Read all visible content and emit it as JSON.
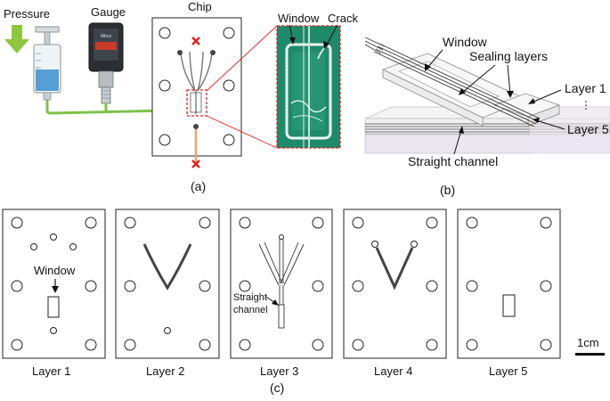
{
  "panel_a": {
    "pressure_label": "Pressure",
    "gauge_label": "Gauge",
    "chip_label": "Chip",
    "window_label": "Window",
    "crack_label": "Crack",
    "gauge_brand": "Mbox",
    "caption": "(a)"
  },
  "panel_b": {
    "window_label": "Window",
    "sealing_label": "Sealing layers",
    "layer1_label": "Layer 1",
    "layer5_label": "Layer 5",
    "channel_label": "Straight channel",
    "caption": "(b)"
  },
  "panel_c": {
    "layers": [
      "Layer 1",
      "Layer 2",
      "Layer 3",
      "Layer 4",
      "Layer 5"
    ],
    "window_label": "Window",
    "straight_label_1": "Straight",
    "straight_label_2": "channel",
    "scale_label": "1cm",
    "caption": "(c)"
  },
  "colors": {
    "tube_green": "#7ec24a",
    "arrow_green": "#8dc63f",
    "marker_red": "#e0201c",
    "outlet_orange": "#e8a070",
    "liquid_blue": "#3a8fd0",
    "chip_photo_green": "#1f8a6a"
  }
}
